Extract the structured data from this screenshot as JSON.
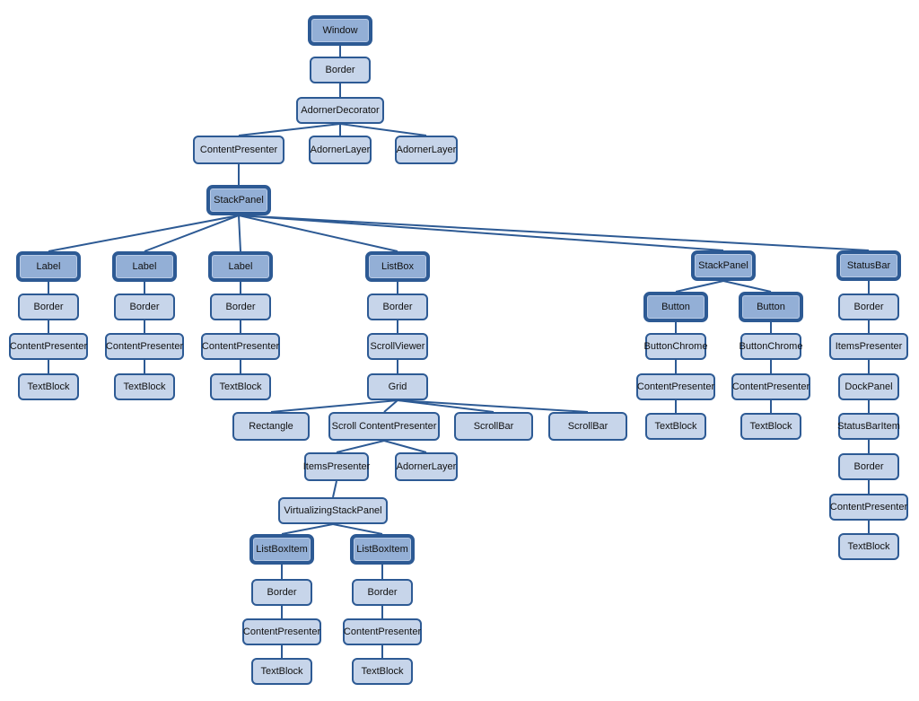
{
  "diagram": {
    "colors": {
      "node_fill": "#c7d5ea",
      "logical_node_fill": "#93afd6",
      "border": "#2d5a94",
      "edge": "#2d5a94"
    },
    "nodes": [
      {
        "id": "window",
        "label": "Window",
        "logical": true
      },
      {
        "id": "border-1",
        "label": "Border",
        "parent": "window"
      },
      {
        "id": "adornerdecorator",
        "label": "AdornerDecorator",
        "parent": "border-1"
      },
      {
        "id": "contentpresenter-root",
        "label": "ContentPresenter",
        "parent": "adornerdecorator"
      },
      {
        "id": "adornerlayer-1",
        "label": "AdornerLayer",
        "parent": "adornerdecorator"
      },
      {
        "id": "adornerlayer-2",
        "label": "AdornerLayer",
        "parent": "adornerdecorator"
      },
      {
        "id": "stackpanel-main",
        "label": "StackPanel",
        "logical": true,
        "parent": "contentpresenter-root"
      },
      {
        "id": "label-1",
        "label": "Label",
        "logical": true,
        "parent": "stackpanel-main"
      },
      {
        "id": "label-1-border",
        "label": "Border",
        "parent": "label-1"
      },
      {
        "id": "label-1-cp",
        "label": "ContentPresenter",
        "parent": "label-1-border"
      },
      {
        "id": "label-1-tb",
        "label": "TextBlock",
        "parent": "label-1-cp"
      },
      {
        "id": "label-2",
        "label": "Label",
        "logical": true,
        "parent": "stackpanel-main"
      },
      {
        "id": "label-2-border",
        "label": "Border",
        "parent": "label-2"
      },
      {
        "id": "label-2-cp",
        "label": "ContentPresenter",
        "parent": "label-2-border"
      },
      {
        "id": "label-2-tb",
        "label": "TextBlock",
        "parent": "label-2-cp"
      },
      {
        "id": "label-3",
        "label": "Label",
        "logical": true,
        "parent": "stackpanel-main"
      },
      {
        "id": "label-3-border",
        "label": "Border",
        "parent": "label-3"
      },
      {
        "id": "label-3-cp",
        "label": "ContentPresenter",
        "parent": "label-3-border"
      },
      {
        "id": "label-3-tb",
        "label": "TextBlock",
        "parent": "label-3-cp"
      },
      {
        "id": "listbox",
        "label": "ListBox",
        "logical": true,
        "parent": "stackpanel-main"
      },
      {
        "id": "listbox-border",
        "label": "Border",
        "parent": "listbox"
      },
      {
        "id": "scrollviewer",
        "label": "ScrollViewer",
        "parent": "listbox-border"
      },
      {
        "id": "grid",
        "label": "Grid",
        "parent": "scrollviewer"
      },
      {
        "id": "rectangle",
        "label": "Rectangle",
        "parent": "grid"
      },
      {
        "id": "scroll-cp",
        "label": "Scroll ContentPresenter",
        "parent": "grid"
      },
      {
        "id": "scrollbar-1",
        "label": "ScrollBar",
        "parent": "grid"
      },
      {
        "id": "scrollbar-2",
        "label": "ScrollBar",
        "parent": "grid"
      },
      {
        "id": "itemspresenter-lb",
        "label": "ItemsPresenter",
        "parent": "scroll-cp"
      },
      {
        "id": "adornerlayer-3",
        "label": "AdornerLayer",
        "parent": "scroll-cp"
      },
      {
        "id": "vsp",
        "label": "VirtualizingStackPanel",
        "parent": "itemspresenter-lb"
      },
      {
        "id": "lbi-1",
        "label": "ListBoxItem",
        "logical": true,
        "parent": "vsp"
      },
      {
        "id": "lbi-2",
        "label": "ListBoxItem",
        "logical": true,
        "parent": "vsp"
      },
      {
        "id": "lbi-1-border",
        "label": "Border",
        "parent": "lbi-1"
      },
      {
        "id": "lbi-1-cp",
        "label": "ContentPresenter",
        "parent": "lbi-1-border"
      },
      {
        "id": "lbi-1-tb",
        "label": "TextBlock",
        "parent": "lbi-1-cp"
      },
      {
        "id": "lbi-2-border",
        "label": "Border",
        "parent": "lbi-2"
      },
      {
        "id": "lbi-2-cp",
        "label": "ContentPresenter",
        "parent": "lbi-2-border"
      },
      {
        "id": "lbi-2-tb",
        "label": "TextBlock",
        "parent": "lbi-2-cp"
      },
      {
        "id": "stackpanel-2",
        "label": "StackPanel",
        "logical": true,
        "parent": "stackpanel-main"
      },
      {
        "id": "button-1",
        "label": "Button",
        "logical": true,
        "parent": "stackpanel-2"
      },
      {
        "id": "button-2",
        "label": "Button",
        "logical": true,
        "parent": "stackpanel-2"
      },
      {
        "id": "button-1-chrome",
        "label": "ButtonChrome",
        "parent": "button-1"
      },
      {
        "id": "button-1-cp",
        "label": "ContentPresenter",
        "parent": "button-1-chrome"
      },
      {
        "id": "button-1-tb",
        "label": "TextBlock",
        "parent": "button-1-cp"
      },
      {
        "id": "button-2-chrome",
        "label": "ButtonChrome",
        "parent": "button-2"
      },
      {
        "id": "button-2-cp",
        "label": "ContentPresenter",
        "parent": "button-2-chrome"
      },
      {
        "id": "button-2-tb",
        "label": "TextBlock",
        "parent": "button-2-cp"
      },
      {
        "id": "statusbar",
        "label": "StatusBar",
        "logical": true,
        "parent": "stackpanel-main"
      },
      {
        "id": "statusbar-border",
        "label": "Border",
        "parent": "statusbar"
      },
      {
        "id": "statusbar-ip",
        "label": "ItemsPresenter",
        "parent": "statusbar-border"
      },
      {
        "id": "dockpanel",
        "label": "DockPanel",
        "parent": "statusbar-ip"
      },
      {
        "id": "statusbaritem",
        "label": "StatusBarItem",
        "parent": "dockpanel"
      },
      {
        "id": "statusbaritem-border",
        "label": "Border",
        "parent": "statusbaritem"
      },
      {
        "id": "statusbaritem-cp",
        "label": "ContentPresenter",
        "parent": "statusbaritem-border"
      },
      {
        "id": "statusbaritem-tb",
        "label": "TextBlock",
        "parent": "statusbaritem-cp"
      }
    ]
  }
}
